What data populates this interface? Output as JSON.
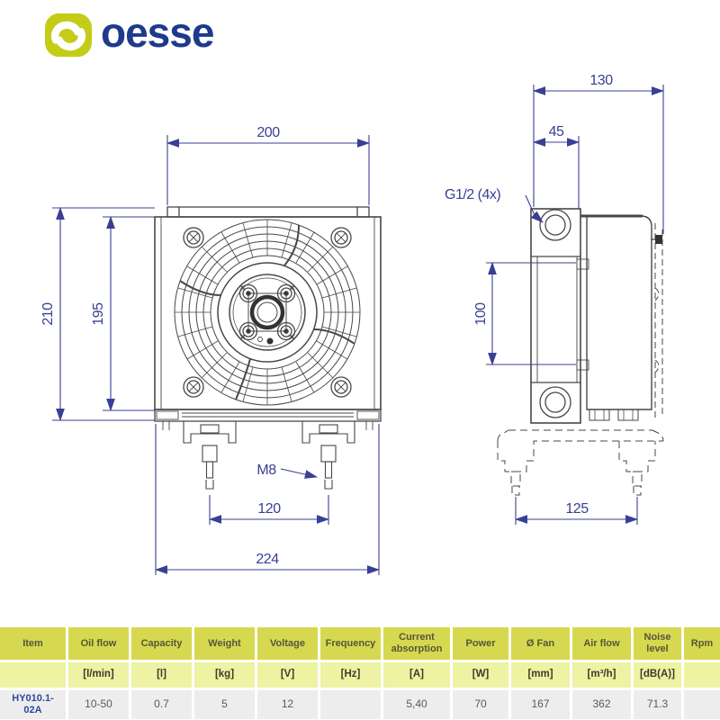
{
  "logo": {
    "text": "oesse"
  },
  "colors": {
    "brand_green": "#c3cd17",
    "brand_blue": "#1e3a8c",
    "dimension_blue": "#383f95",
    "table_header_bg": "#d6d94f",
    "table_units_bg": "#eef2a3",
    "table_row_bg": "#ededed"
  },
  "drawing": {
    "front": {
      "width_top": "200",
      "height_outer": "210",
      "height_inner": "195",
      "stud_thread": "M8",
      "stud_spacing": "120",
      "width_overall": "224"
    },
    "side": {
      "depth": "130",
      "port_offset": "45",
      "port_thread": "G1/2 (4x)",
      "port_spacing": "100",
      "bracket_spacing": "125"
    }
  },
  "table": {
    "columns": [
      {
        "label": "Item",
        "unit": ""
      },
      {
        "label": "Oil flow",
        "unit": "[l/min]"
      },
      {
        "label": "Capacity",
        "unit": "[l]"
      },
      {
        "label": "Weight",
        "unit": "[kg]"
      },
      {
        "label": "Voltage",
        "unit": "[V]"
      },
      {
        "label": "Frequency",
        "unit": "[Hz]"
      },
      {
        "label": "Current absorption",
        "unit": "[A]"
      },
      {
        "label": "Power",
        "unit": "[W]"
      },
      {
        "label": "Ø Fan",
        "unit": "[mm]"
      },
      {
        "label": "Air flow",
        "unit": "[m³/h]"
      },
      {
        "label": "Noise level",
        "unit": "[dB(A)]"
      },
      {
        "label": "Rpm",
        "unit": ""
      }
    ],
    "row": {
      "cells": [
        "HY010.1-02A",
        "10-50",
        "0.7",
        "5",
        "12",
        "",
        "5,40",
        "70",
        "167",
        "362",
        "71.3",
        ""
      ]
    }
  }
}
